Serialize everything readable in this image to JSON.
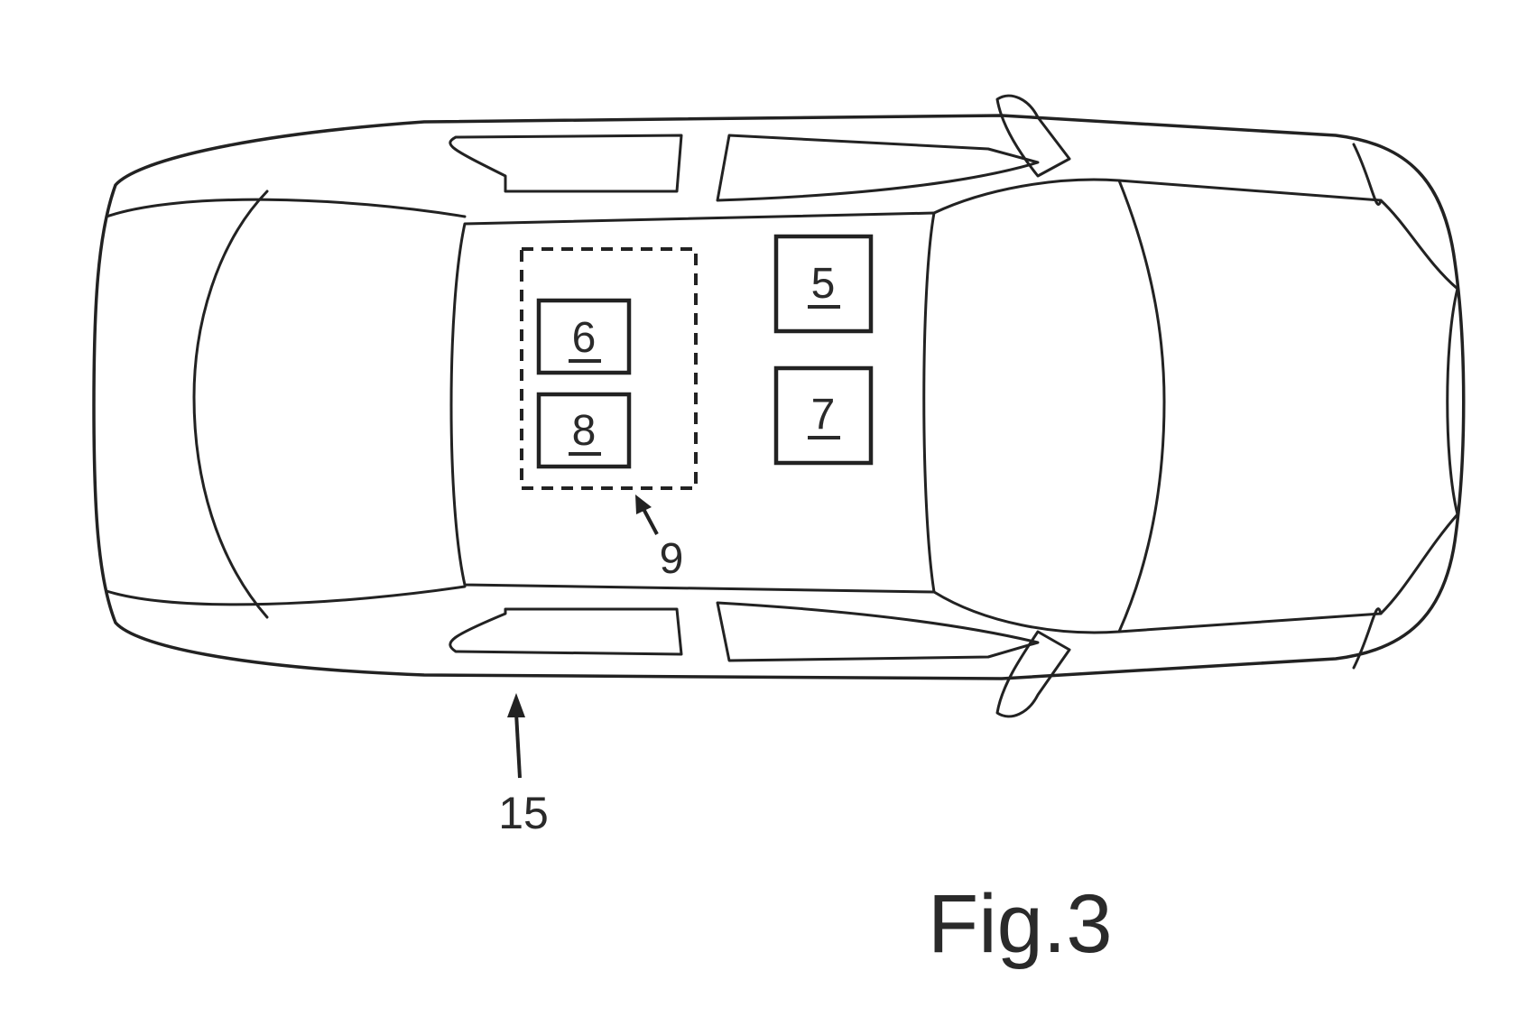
{
  "figure": {
    "caption": "Fig.3",
    "components": [
      {
        "id": "box-5",
        "label": "5"
      },
      {
        "id": "box-6",
        "label": "6"
      },
      {
        "id": "box-7",
        "label": "7"
      },
      {
        "id": "box-8",
        "label": "8"
      }
    ],
    "references": [
      {
        "id": "ref-9",
        "label": "9"
      },
      {
        "id": "ref-15",
        "label": "15"
      }
    ]
  }
}
